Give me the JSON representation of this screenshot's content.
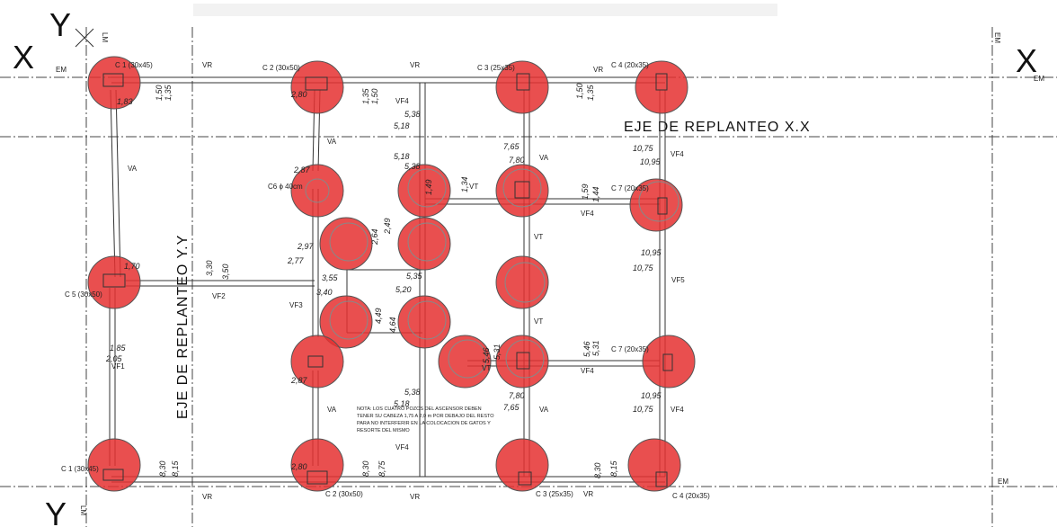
{
  "axes": {
    "x_left": "X",
    "x_right": "X",
    "y_top": "Y",
    "y_bottom": "Y",
    "lm_top": "LM",
    "lm_bottom": "LM",
    "em_left": "EM",
    "em_right_top": "EM",
    "em_right_side": "EM",
    "em_bottom": "EM",
    "eje_x": "EJE DE REPLANTEO X.X",
    "eje_y": "EJE DE REPLANTEO Y.Y"
  },
  "columns": {
    "c1_top": "C 1 (30x45)",
    "c2_top": "C 2 (30x50)",
    "c3_top": "C 3 (25x35)",
    "c4_top": "C 4 (20x35)",
    "c5": "C 5 (30x50)",
    "c6": "C6 ϕ 40cm",
    "c7_a": "C 7 (20x35)",
    "c7_b": "C 7 (20x35)",
    "c1_bottom": "C 1 (30x45)",
    "c2_bottom": "C 2 (30x50)",
    "c3_bottom": "C 3 (25x35)",
    "c4_bottom": "C 4 (20x35)"
  },
  "beams": {
    "vr1": "VR",
    "vr2": "VR",
    "vr3": "VR",
    "vr4": "VR",
    "vr5": "VR",
    "vr6": "VR",
    "va1": "VA",
    "va2": "VA",
    "va3": "VA",
    "va4": "VA",
    "va5": "VA",
    "vf4_1": "VF4",
    "vf4_2": "VF4",
    "vf4_3": "VF4",
    "vf4_4": "VF4",
    "vf4_5": "VF4",
    "vf4_6": "VF4",
    "vt1": "VT",
    "vt2": "VT",
    "vt3": "VT",
    "vt4": "VT",
    "vf2": "VF2",
    "vf3": "VF3",
    "vf1": "VF1",
    "vf5": "VF5"
  },
  "dims": {
    "d1": "1,83",
    "d2": "1,50",
    "d3": "1,35",
    "d4": "2,80",
    "d5": "1,35",
    "d6": "1,50",
    "d7": "1,50",
    "d8": "1,35",
    "d9": "5,38",
    "d10": "5,18",
    "d11": "5,18",
    "d12": "5,38",
    "d13": "7,65",
    "d14": "7,80",
    "d15": "10,75",
    "d16": "10,95",
    "d17": "2,87",
    "d18": "1,49",
    "d19": "1,34",
    "d20": "1,59",
    "d21": "1,44",
    "d22": "2,97",
    "d23": "2,77",
    "d24": "2,64",
    "d25": "2,49",
    "d26": "3,30",
    "d27": "3,50",
    "d28": "1,70",
    "d29": "10,95",
    "d30": "10,75",
    "d31": "3,55",
    "d32": "3,40",
    "d33": "5,35",
    "d34": "5,20",
    "d35": "4,49",
    "d36": "4,64",
    "d37": "1,85",
    "d38": "2,05",
    "d39": "5,46",
    "d40": "5,31",
    "d41": "5,46",
    "d42": "5,31",
    "d43": "2,87",
    "d44": "5,38",
    "d45": "5,18",
    "d46": "7,80",
    "d47": "7,65",
    "d48": "10,95",
    "d49": "10,75",
    "d50": "2,80",
    "d51": "8,30",
    "d52": "8,15",
    "d53": "8,30",
    "d54": "8,75",
    "d55": "8,30",
    "d56": "8,15"
  },
  "note": {
    "line1": "NOTA: LOS CUATRO POZOS DEL ASCENSOR DEBEN",
    "line2": "TENER SU CABEZA 1,75 A 2,0 m POR DEBAJO DEL RESTO",
    "line3": "PARA NO INTERFERIR EN LA COLOCACION DE GATOS Y",
    "line4": "RESORTE DEL MISMO"
  },
  "colors": {
    "circle_fill": "#e53030",
    "line": "#333333"
  }
}
